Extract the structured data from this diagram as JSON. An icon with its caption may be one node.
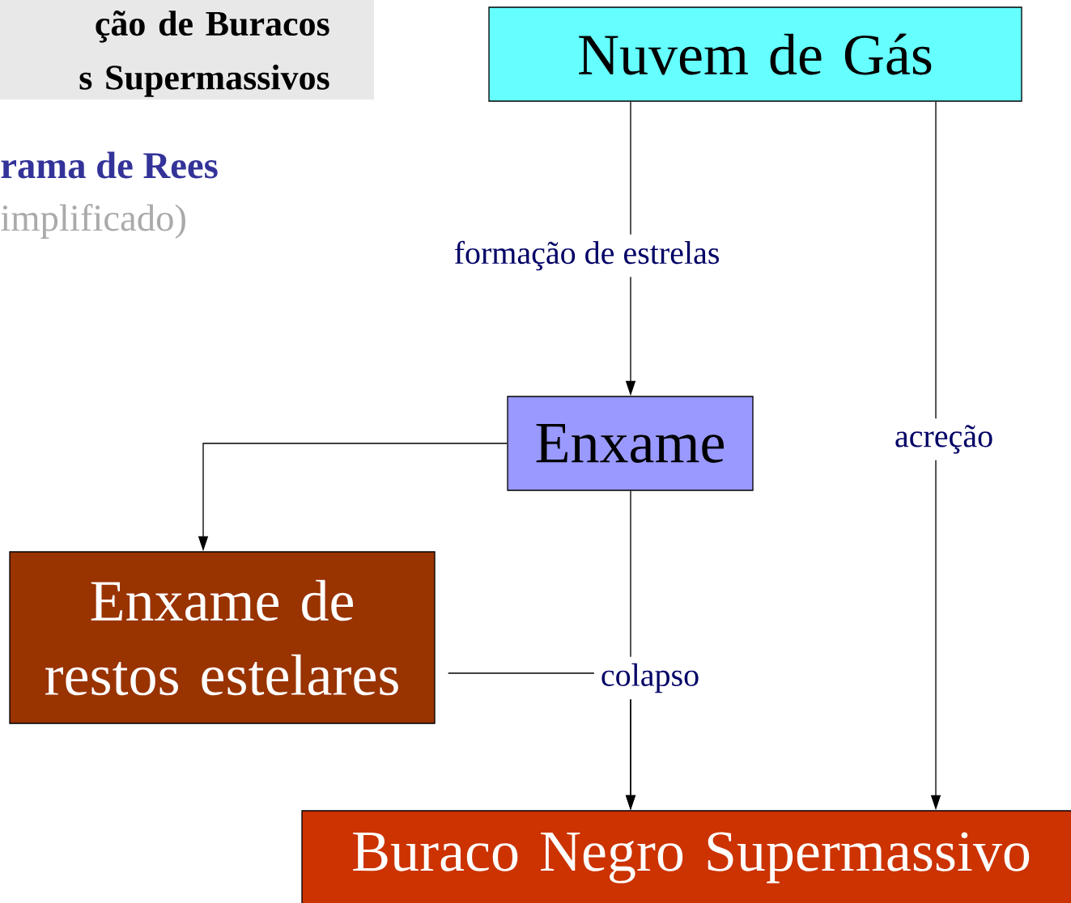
{
  "diagram": {
    "nodes": [
      {
        "text": [
          "ção de Buracos s Supermassivos"
        ]
      },
      {
        "text": [
          "Nuvem de Gás"
        ]
      },
      {
        "text": [
          "Enxame"
        ]
      },
      {
        "text": [
          "Enxame de restos estelares"
        ]
      },
      {
        "text": [
          "Buraco Negro Supermassivo"
        ]
      }
    ],
    "edges": [
      {
        "from": 1,
        "to": 2,
        "arrow": "to",
        "label": "formação de estrelas"
      },
      {
        "from": 1,
        "to": 4,
        "arrow": "to",
        "label": "acreção"
      },
      {
        "from": 2,
        "to": 3,
        "arrow": "to"
      },
      {
        "from": 2,
        "to": 4,
        "arrow": "to",
        "label": "colapso"
      },
      {
        "from": 3,
        "to": 4,
        "arrow": "to"
      }
    ],
    "labels": [
      "rama de Rees",
      "implificado)"
    ]
  }
}
